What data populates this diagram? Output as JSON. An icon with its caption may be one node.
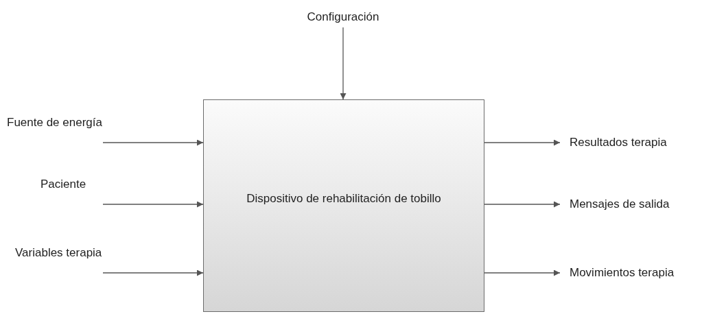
{
  "diagram": {
    "nodes": [
      {
        "text": [
          "Configuración"
        ]
      },
      {
        "text": [
          "Fuente de energía"
        ]
      },
      {
        "text": [
          "Paciente"
        ]
      },
      {
        "text": [
          "Variables terapia"
        ]
      },
      {
        "text": [
          "Dispositivo de rehabilitación de tobillo"
        ]
      },
      {
        "text": [
          "Resultados terapia"
        ]
      },
      {
        "text": [
          "Mensajes de salida"
        ]
      },
      {
        "text": [
          "Movimientos terapia"
        ]
      }
    ],
    "edges": [
      {
        "from": 0,
        "to": 4,
        "arrow": "to"
      },
      {
        "from": 1,
        "to": 4,
        "arrow": "to"
      },
      {
        "from": 2,
        "to": 4,
        "arrow": "to"
      },
      {
        "from": 3,
        "to": 4,
        "arrow": "to"
      },
      {
        "from": 4,
        "to": 5,
        "arrow": "to"
      },
      {
        "from": 4,
        "to": 6,
        "arrow": "to"
      },
      {
        "from": 4,
        "to": 7,
        "arrow": "to"
      }
    ]
  }
}
